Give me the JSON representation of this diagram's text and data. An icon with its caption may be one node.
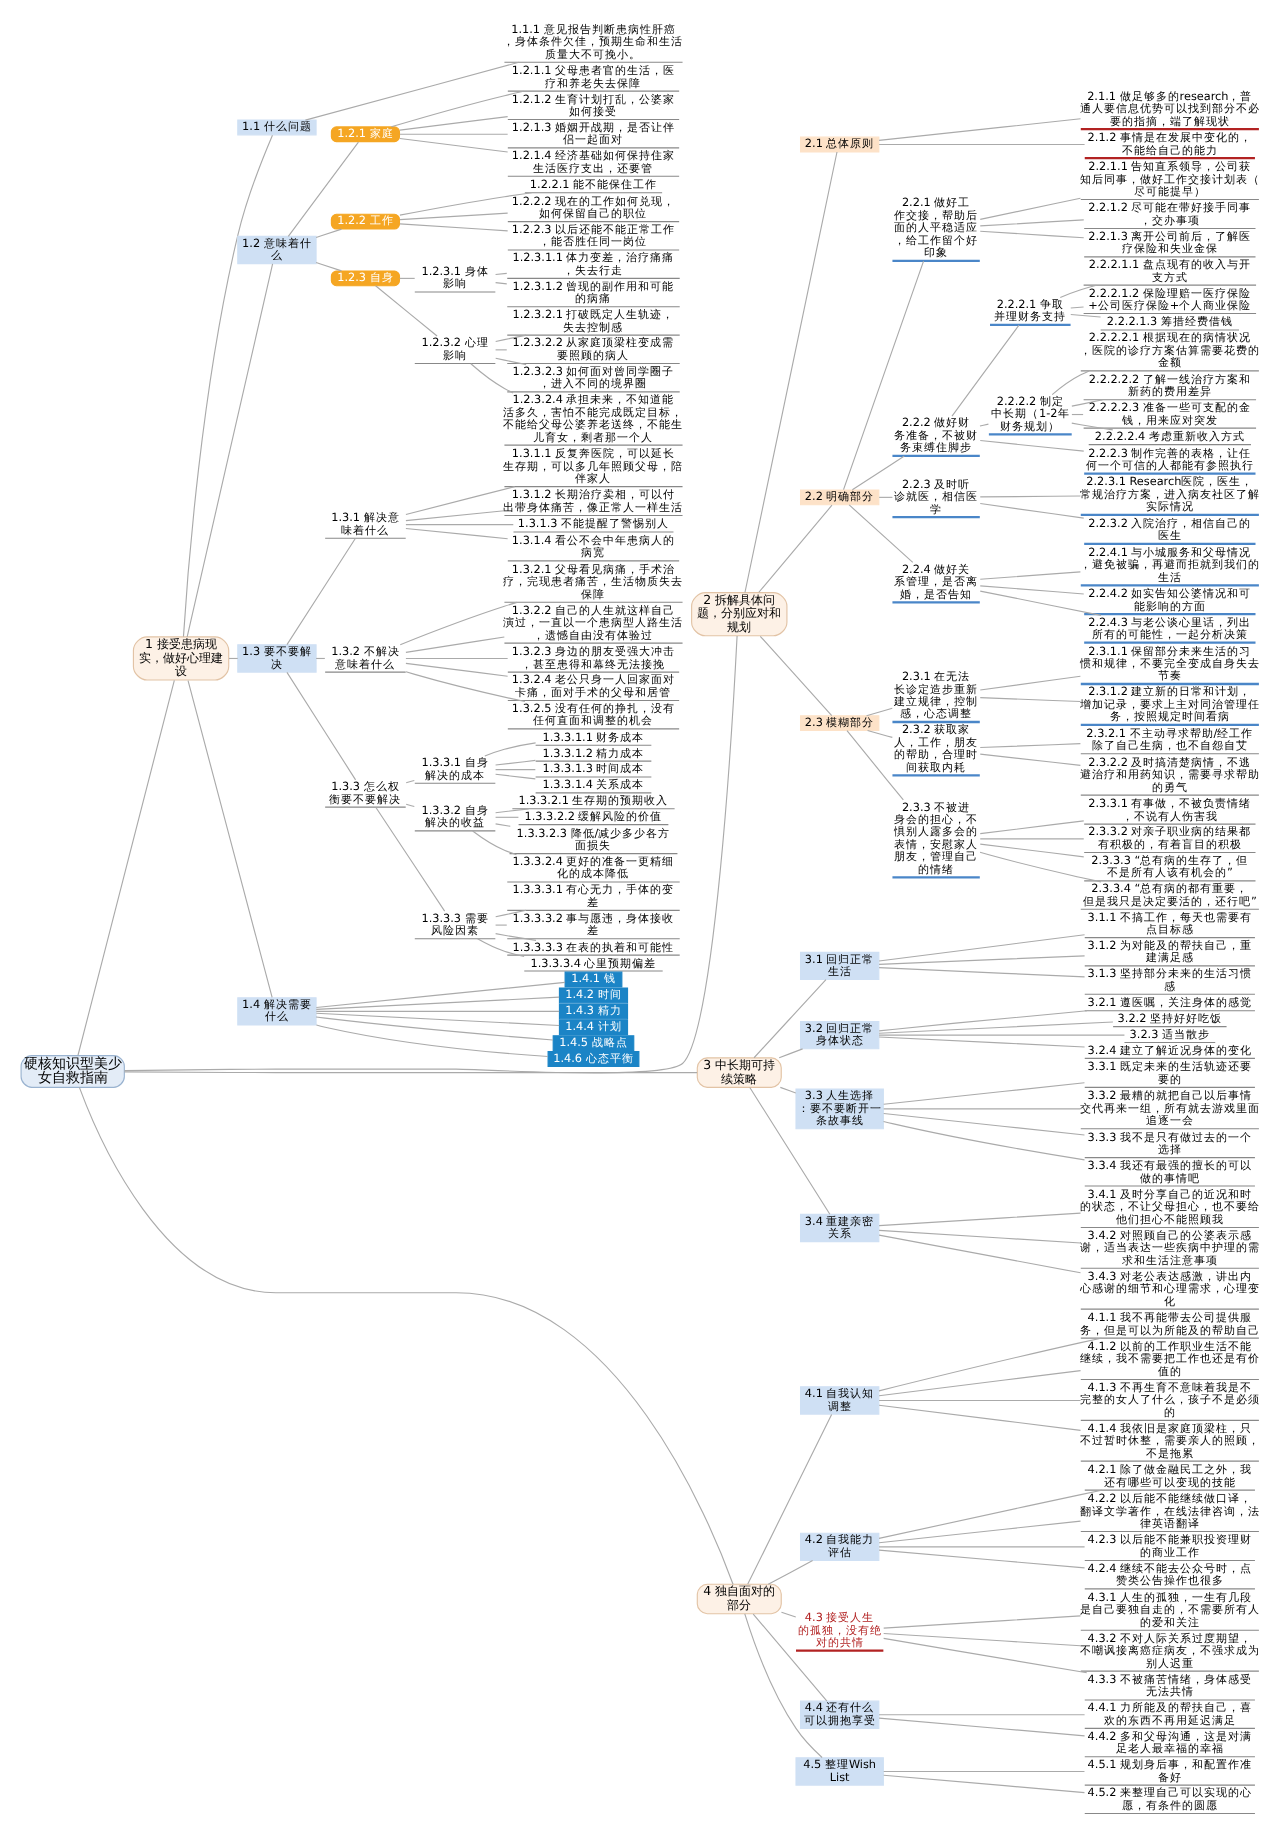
{
  "diagram": {
    "nodes": [
      {
        "text": [
          "硬核知识型美少女自救指南"
        ]
      },
      {
        "text": [
          "1 接受患病现实，做好心理建设"
        ]
      },
      {
        "text": [
          "1.1 什么问题"
        ]
      },
      {
        "text": [
          "1.1.1 意见报告判断患病性肝癌，身体条件欠佳，预期生命和生活质量大不可挽小。"
        ]
      },
      {
        "text": [
          "1.2 意味着什么"
        ]
      },
      {
        "text": [
          "1.2.1 家庭"
        ]
      },
      {
        "text": [
          "1.2.1.1 父母患者官的生活，医疗和养老失去保障"
        ]
      },
      {
        "text": [
          "1.2.1.2 生育计划打乱，公婆家如何接受"
        ]
      },
      {
        "text": [
          "1.2.1.3 婚姻开战期，是否让伴侣一起面对"
        ]
      },
      {
        "text": [
          "1.2.1.4 经济基础如何保持住家生活医疗支出，还要管"
        ]
      },
      {
        "text": [
          "1.2.2 工作"
        ]
      },
      {
        "text": [
          "1.2.2.1 能不能保住工作"
        ]
      },
      {
        "text": [
          "1.2.2.2 现在的工作如何兑现，如何保留自己的职位"
        ]
      },
      {
        "text": [
          "1.2.2.3 以后还能不能正常工作，能否胜任同一岗位"
        ]
      },
      {
        "text": [
          "1.2.3 自身"
        ]
      },
      {
        "text": [
          "1.2.3.1 身体影响"
        ]
      },
      {
        "text": [
          "1.2.3.1.1 体力变差，治疗痛痛，失去行走"
        ]
      },
      {
        "text": [
          "1.2.3.1.2 曾现的副作用和可能的病痛"
        ]
      },
      {
        "text": [
          "1.2.3.2 心理影响"
        ]
      },
      {
        "text": [
          "1.2.3.2.1 打破既定人生轨迹，失去控制感"
        ]
      },
      {
        "text": [
          "1.2.3.2.2 从家庭顶梁柱变成需要照顾的病人"
        ]
      },
      {
        "text": [
          "1.2.3.2.3 如何面对曾同学圈子，进入不同的境界圈"
        ]
      },
      {
        "text": [
          "1.2.3.2.4 承担未来，不知道能活多久，害怕不能完成既定目标，不能给父母公婆养老送终，不能生儿育女，剩者那一个人"
        ]
      },
      {
        "text": [
          "1.3 要不要解决"
        ]
      },
      {
        "text": [
          "1.3.1 解决意味着什么"
        ]
      },
      {
        "text": [
          "1.3.1.1 反复奔医院，可以延长生存期，可以多几年照顾父母，陪伴家人"
        ]
      },
      {
        "text": [
          "1.3.1.2 长期治疗卖相，可以付出带身体痛苦，像正常人一样生活"
        ]
      },
      {
        "text": [
          "1.3.1.3 不能提醒了警惕别人"
        ]
      },
      {
        "text": [
          "1.3.1.4 看公不会中年患病人的病宽"
        ]
      },
      {
        "text": [
          "1.3.2 不解决意味着什么"
        ]
      },
      {
        "text": [
          "1.3.2.1 父母看见病痛，手术治疗，完现患者痛苦，生活物质失去保障"
        ]
      },
      {
        "text": [
          "1.3.2.2 自己的人生就这样自己演过，一直以一个患病型人路生活，遗憾自由没有体验过"
        ]
      },
      {
        "text": [
          "1.3.2.3 身边的朋友受强大冲击，甚至患得和幕终无法接挽"
        ]
      },
      {
        "text": [
          "1.3.2.4 老公只身一人回家面对卡痛，面对手术的父母和居管"
        ]
      },
      {
        "text": [
          "1.3.2.5 没有任何的挣扎，没有任何直面和调整的机会"
        ]
      },
      {
        "text": [
          "1.3.3 怎么权衡要不要解决"
        ]
      },
      {
        "text": [
          "1.3.3.1 自身解决的成本"
        ]
      },
      {
        "text": [
          "1.3.3.1.1 财务成本"
        ]
      },
      {
        "text": [
          "1.3.3.1.2 精力成本"
        ]
      },
      {
        "text": [
          "1.3.3.1.3 时间成本"
        ]
      },
      {
        "text": [
          "1.3.3.1.4 关系成本"
        ]
      },
      {
        "text": [
          "1.3.3.2 自身解决的收益"
        ]
      },
      {
        "text": [
          "1.3.3.2.1 生存期的预期收入"
        ]
      },
      {
        "text": [
          "1.3.3.2.2 缓解风险的价值"
        ]
      },
      {
        "text": [
          "1.3.3.2.3 降低/减少多少各方面损失"
        ]
      },
      {
        "text": [
          "1.3.3.2.4 更好的准备一更精细化的成本降低"
        ]
      },
      {
        "text": [
          "1.3.3.3 需要风险因素"
        ]
      },
      {
        "text": [
          "1.3.3.3.1 有心无力，手体的变差"
        ]
      },
      {
        "text": [
          "1.3.3.3.2 事与愿违，身体接收差"
        ]
      },
      {
        "text": [
          "1.3.3.3.3 在表的执着和可能性"
        ]
      },
      {
        "text": [
          "1.3.3.3.4 心里预期偏差"
        ]
      },
      {
        "text": [
          "1.4 解决需要什么"
        ]
      },
      {
        "text": [
          "1.4.1 钱"
        ]
      },
      {
        "text": [
          "1.4.2 时间"
        ]
      },
      {
        "text": [
          "1.4.3 精力"
        ]
      },
      {
        "text": [
          "1.4.4 计划"
        ]
      },
      {
        "text": [
          "1.4.5 战略点"
        ]
      },
      {
        "text": [
          "1.4.6 心态平衡"
        ]
      },
      {
        "text": [
          "2 拆解具体问题，分别应对和规划"
        ]
      },
      {
        "text": [
          "2.1 总体原则"
        ]
      },
      {
        "text": [
          "2.1.1 做足够多的research，普通人要信息优势可以找到部分不必要的指摘，端了解现状"
        ]
      },
      {
        "text": [
          "2.1.2 事情是在发展中变化的，不能给自己的能力"
        ]
      },
      {
        "text": [
          "2.2 明确部分"
        ]
      },
      {
        "text": [
          "2.2.1 做好工作交接，帮助后面的人平稳适应，给工作留个好印象"
        ]
      },
      {
        "text": [
          "2.2.1.1 告知直系领导，公司获知后同事，做好工作交接计划表（尽可能提早）"
        ]
      },
      {
        "text": [
          "2.2.1.2 尽可能在带好接手同事，交办事项"
        ]
      },
      {
        "text": [
          "2.2.1.3 离开公司前后，了解医疗保险和失业金保"
        ]
      },
      {
        "text": [
          "2.2.2 做好财务准备，不被财务束缚住脚步"
        ]
      },
      {
        "text": [
          "2.2.2.1 争取并理财务支持"
        ]
      },
      {
        "text": [
          "2.2.2.1.1 盘点现有的收入与开支方式"
        ]
      },
      {
        "text": [
          "2.2.2.1.2 保险理赔一医疗保险+公司医疗保险+个人商业保险"
        ]
      },
      {
        "text": [
          "2.2.2.1.3 筹措经费借钱"
        ]
      },
      {
        "text": [
          "2.2.2.2 制定中长期（1-2年财务规划）"
        ]
      },
      {
        "text": [
          "2.2.2.2.1 根据现在的病情状况，医院的诊疗方案估算需要花费的金额"
        ]
      },
      {
        "text": [
          "2.2.2.2.2 了解一线治疗方案和新药的费用差异"
        ]
      },
      {
        "text": [
          "2.2.2.2.3 准备一些可支配的金钱，用来应对突发"
        ]
      },
      {
        "text": [
          "2.2.2.2.4 考虑重新收入方式"
        ]
      },
      {
        "text": [
          "2.2.2.3 制作完善的表格，让任何一个可信的人都能有参照执行"
        ]
      },
      {
        "text": [
          "2.2.3 及时听诊就医，相信医学"
        ]
      },
      {
        "text": [
          "2.2.3.1 Research医院，医生，常规治疗方案，进入病友社区了解实际情况"
        ]
      },
      {
        "text": [
          "2.2.3.2 入院治疗，相信自己的医生"
        ]
      },
      {
        "text": [
          "2.2.4 做好关系管理，是否离婚，是否告知"
        ]
      },
      {
        "text": [
          "2.2.4.1 与小城服务和父母情况，避免被骗，再避而拒就到我们的生活"
        ]
      },
      {
        "text": [
          "2.2.4.2 如实告知公婆情况和可能影响的方面"
        ]
      },
      {
        "text": [
          "2.2.4.3 与老公谈心里话，列出所有的可能性，一起分析决策"
        ]
      },
      {
        "text": [
          "2.3 模糊部分"
        ]
      },
      {
        "text": [
          "2.3.1 在无法长诊定造步重新建立规律，控制感，心态调整"
        ]
      },
      {
        "text": [
          "2.3.1.1 保留部分未来生活的习惯和规律，不要完全变成自身失去节奏"
        ]
      },
      {
        "text": [
          "2.3.1.2 建立新的日常和计划，增加记录，要求上主对同治管理任务，按照规定时间看病"
        ]
      },
      {
        "text": [
          "2.3.2 获取家人，工作，朋友的帮助，合理时间获取内耗"
        ]
      },
      {
        "text": [
          "2.3.2.1 不主动寻求帮助/经工作除了自己生病，也不自怨自艾"
        ]
      },
      {
        "text": [
          "2.3.2.2 及时搞清楚病情，不逃避治疗和用药知识，需要寻求帮助的勇气"
        ]
      },
      {
        "text": [
          "2.3.3 不被进身会的担心，不惧别人露多会的表情，安慰家人朋友，管理自己的情绪"
        ]
      },
      {
        "text": [
          "2.3.3.1 有事做，不被负责情绪，不说有人伤害我"
        ]
      },
      {
        "text": [
          "2.3.3.2 对亲子职业病的结果都有积极的，有着盲目的积极"
        ]
      },
      {
        "text": [
          "2.3.3.3 “总有病的生存了，但不是所有人该有机会的”"
        ]
      },
      {
        "text": [
          "2.3.3.4 “总有病的都有重要，但是我只是决定要活的，还行吧”"
        ]
      },
      {
        "text": [
          "3 中长期可持续策略"
        ]
      },
      {
        "text": [
          "3.1 回归正常生活"
        ]
      },
      {
        "text": [
          "3.1.1 不搞工作，每天也需要有点目标感"
        ]
      },
      {
        "text": [
          "3.1.2 为对能及的帮扶自己，重建满足感"
        ]
      },
      {
        "text": [
          "3.1.3 坚持部分未来的生活习惯感"
        ]
      },
      {
        "text": [
          "3.2 回归正常身体状态"
        ]
      },
      {
        "text": [
          "3.2.1 遵医嘱，关注身体的感觉"
        ]
      },
      {
        "text": [
          "3.2.2 坚持好好吃饭"
        ]
      },
      {
        "text": [
          "3.2.3 适当散步"
        ]
      },
      {
        "text": [
          "3.2.4 建立了解近况身体的变化"
        ]
      },
      {
        "text": [
          "3.3 人生选择：要不要断开一条故事线"
        ]
      },
      {
        "text": [
          "3.3.1 既定未来的生活轨迹还要要的"
        ]
      },
      {
        "text": [
          "3.3.2 最糟的就把自己以后事情交代再来一组，所有就去游戏里面追逐一会"
        ]
      },
      {
        "text": [
          "3.3.3 我不是只有做过去的一个选择"
        ]
      },
      {
        "text": [
          "3.3.4 我还有最强的擅长的可以做的事情吧"
        ]
      },
      {
        "text": [
          "3.4 重建亲密关系"
        ]
      },
      {
        "text": [
          "3.4.1 及时分享自己的近况和时的状态，不让父母担心，也不要给他们担心不能照顾我"
        ]
      },
      {
        "text": [
          "3.4.2 对照顾自己的公婆表示感谢，适当表达一些疾病中护理的需求和生活注意事项"
        ]
      },
      {
        "text": [
          "3.4.3 对老公表达感激，讲出内心感谢的细节和心理需求，心理变化"
        ]
      },
      {
        "text": [
          "4 独自面对的部分"
        ]
      },
      {
        "text": [
          "4.1 自我认知调整"
        ]
      },
      {
        "text": [
          "4.1.1 我不再能带去公司提供服务，但是可以为所能及的帮助自己"
        ]
      },
      {
        "text": [
          "4.1.2 以前的工作职业生活不能继续，我不需要把工作也还是有价值的"
        ]
      },
      {
        "text": [
          "4.1.3 不再生育不意味着我是不完整的女人了什么，孩子不是必须的"
        ]
      },
      {
        "text": [
          "4.1.4 我依旧是家庭顶梁柱，只不过暂时休整，需要亲人的照顾，不是拖累"
        ]
      },
      {
        "text": [
          "4.2 自我能力评估"
        ]
      },
      {
        "text": [
          "4.2.1 除了做金融民工之外，我还有哪些可以变现的技能"
        ]
      },
      {
        "text": [
          "4.2.2 以后能不能继续做口译，翻译文学著作，在线法律咨询，法律英语翻译"
        ]
      },
      {
        "text": [
          "4.2.3 以后能不能兼职投资理财的商业工作"
        ]
      },
      {
        "text": [
          "4.2.4 继续不能去公众号时，点赞类公告操作也很多"
        ]
      },
      {
        "text": [
          "4.3 接受人生的孤独，没有绝对的共情"
        ]
      },
      {
        "text": [
          "4.3.1 人生的孤独，一生有几段是自己要独自走的，不需要所有人的爱和关注"
        ]
      },
      {
        "text": [
          "4.3.2 不对人际关系过度期望，不嘲讽接离癌症病友，不强求成为别人迟重"
        ]
      },
      {
        "text": [
          "4.3.3 不被痛苦情绪，身体感受无法共情"
        ]
      },
      {
        "text": [
          "4.4 还有什么可以拥抱享受"
        ]
      },
      {
        "text": [
          "4.4.1 力所能及的帮扶自己，喜欢的东西不再用延迟满足"
        ]
      },
      {
        "text": [
          "4.4.2 多和父母沟通，这是对满足老人最幸福的幸福"
        ]
      },
      {
        "text": [
          "4.5 整理Wish List"
        ]
      },
      {
        "text": [
          "4.5.1 规划身后事，和配置作准备好"
        ]
      },
      {
        "text": [
          "4.5.2 来整理自己可以实现的心愿，有条件的圆愿"
        ]
      }
    ],
    "edges": [
      {
        "from": 0,
        "to": 1,
        "arrow": "none"
      },
      {
        "from": 0,
        "to": 58,
        "arrow": "none"
      },
      {
        "from": 0,
        "to": 97,
        "arrow": "none"
      },
      {
        "from": 0,
        "to": 116,
        "arrow": "none"
      },
      {
        "from": 1,
        "to": 2,
        "arrow": "none"
      },
      {
        "from": 1,
        "to": 4,
        "arrow": "none"
      },
      {
        "from": 1,
        "to": 23,
        "arrow": "none"
      },
      {
        "from": 1,
        "to": 51,
        "arrow": "none"
      },
      {
        "from": 2,
        "to": 3,
        "arrow": "none"
      },
      {
        "from": 4,
        "to": 5,
        "arrow": "none"
      },
      {
        "from": 4,
        "to": 10,
        "arrow": "none"
      },
      {
        "from": 4,
        "to": 14,
        "arrow": "none"
      },
      {
        "from": 5,
        "to": 6,
        "arrow": "none"
      },
      {
        "from": 5,
        "to": 7,
        "arrow": "none"
      },
      {
        "from": 5,
        "to": 8,
        "arrow": "none"
      },
      {
        "from": 5,
        "to": 9,
        "arrow": "none"
      },
      {
        "from": 10,
        "to": 11,
        "arrow": "none"
      },
      {
        "from": 10,
        "to": 12,
        "arrow": "none"
      },
      {
        "from": 10,
        "to": 13,
        "arrow": "none"
      },
      {
        "from": 14,
        "to": 15,
        "arrow": "none"
      },
      {
        "from": 14,
        "to": 18,
        "arrow": "none"
      },
      {
        "from": 15,
        "to": 16,
        "arrow": "none"
      },
      {
        "from": 15,
        "to": 17,
        "arrow": "none"
      },
      {
        "from": 18,
        "to": 19,
        "arrow": "none"
      },
      {
        "from": 18,
        "to": 20,
        "arrow": "none"
      },
      {
        "from": 18,
        "to": 21,
        "arrow": "none"
      },
      {
        "from": 18,
        "to": 22,
        "arrow": "none"
      },
      {
        "from": 23,
        "to": 24,
        "arrow": "none"
      },
      {
        "from": 23,
        "to": 29,
        "arrow": "none"
      },
      {
        "from": 23,
        "to": 35,
        "arrow": "none"
      },
      {
        "from": 24,
        "to": 25,
        "arrow": "none"
      },
      {
        "from": 24,
        "to": 26,
        "arrow": "none"
      },
      {
        "from": 24,
        "to": 27,
        "arrow": "none"
      },
      {
        "from": 24,
        "to": 28,
        "arrow": "none"
      },
      {
        "from": 29,
        "to": 30,
        "arrow": "none"
      },
      {
        "from": 29,
        "to": 31,
        "arrow": "none"
      },
      {
        "from": 29,
        "to": 32,
        "arrow": "none"
      },
      {
        "from": 29,
        "to": 33,
        "arrow": "none"
      },
      {
        "from": 29,
        "to": 34,
        "arrow": "none"
      },
      {
        "from": 35,
        "to": 36,
        "arrow": "none"
      },
      {
        "from": 35,
        "to": 41,
        "arrow": "none"
      },
      {
        "from": 35,
        "to": 46,
        "arrow": "none"
      },
      {
        "from": 36,
        "to": 37,
        "arrow": "none"
      },
      {
        "from": 36,
        "to": 38,
        "arrow": "none"
      },
      {
        "from": 36,
        "to": 39,
        "arrow": "none"
      },
      {
        "from": 36,
        "to": 40,
        "arrow": "none"
      },
      {
        "from": 41,
        "to": 42,
        "arrow": "none"
      },
      {
        "from": 41,
        "to": 43,
        "arrow": "none"
      },
      {
        "from": 41,
        "to": 44,
        "arrow": "none"
      },
      {
        "from": 41,
        "to": 45,
        "arrow": "none"
      },
      {
        "from": 46,
        "to": 47,
        "arrow": "none"
      },
      {
        "from": 46,
        "to": 48,
        "arrow": "none"
      },
      {
        "from": 46,
        "to": 49,
        "arrow": "none"
      },
      {
        "from": 46,
        "to": 50,
        "arrow": "none"
      },
      {
        "from": 51,
        "to": 52,
        "arrow": "none"
      },
      {
        "from": 51,
        "to": 53,
        "arrow": "none"
      },
      {
        "from": 51,
        "to": 54,
        "arrow": "none"
      },
      {
        "from": 51,
        "to": 55,
        "arrow": "none"
      },
      {
        "from": 51,
        "to": 56,
        "arrow": "none"
      },
      {
        "from": 51,
        "to": 57,
        "arrow": "none"
      },
      {
        "from": 58,
        "to": 59,
        "arrow": "none"
      },
      {
        "from": 58,
        "to": 62,
        "arrow": "none"
      },
      {
        "from": 58,
        "to": 85,
        "arrow": "none"
      },
      {
        "from": 59,
        "to": 60,
        "arrow": "none"
      },
      {
        "from": 59,
        "to": 61,
        "arrow": "none"
      },
      {
        "from": 62,
        "to": 63,
        "arrow": "none"
      },
      {
        "from": 62,
        "to": 67,
        "arrow": "none"
      },
      {
        "from": 62,
        "to": 78,
        "arrow": "none"
      },
      {
        "from": 62,
        "to": 81,
        "arrow": "none"
      },
      {
        "from": 63,
        "to": 64,
        "arrow": "none"
      },
      {
        "from": 63,
        "to": 65,
        "arrow": "none"
      },
      {
        "from": 63,
        "to": 66,
        "arrow": "none"
      },
      {
        "from": 67,
        "to": 68,
        "arrow": "none"
      },
      {
        "from": 67,
        "to": 72,
        "arrow": "none"
      },
      {
        "from": 67,
        "to": 77,
        "arrow": "none"
      },
      {
        "from": 68,
        "to": 69,
        "arrow": "none"
      },
      {
        "from": 68,
        "to": 70,
        "arrow": "none"
      },
      {
        "from": 68,
        "to": 71,
        "arrow": "none"
      },
      {
        "from": 72,
        "to": 73,
        "arrow": "none"
      },
      {
        "from": 72,
        "to": 74,
        "arrow": "none"
      },
      {
        "from": 72,
        "to": 75,
        "arrow": "none"
      },
      {
        "from": 72,
        "to": 76,
        "arrow": "none"
      },
      {
        "from": 78,
        "to": 79,
        "arrow": "none"
      },
      {
        "from": 78,
        "to": 80,
        "arrow": "none"
      },
      {
        "from": 81,
        "to": 82,
        "arrow": "none"
      },
      {
        "from": 81,
        "to": 83,
        "arrow": "none"
      },
      {
        "from": 81,
        "to": 84,
        "arrow": "none"
      },
      {
        "from": 85,
        "to": 86,
        "arrow": "none"
      },
      {
        "from": 85,
        "to": 89,
        "arrow": "none"
      },
      {
        "from": 85,
        "to": 92,
        "arrow": "none"
      },
      {
        "from": 86,
        "to": 87,
        "arrow": "none"
      },
      {
        "from": 86,
        "to": 88,
        "arrow": "none"
      },
      {
        "from": 89,
        "to": 90,
        "arrow": "none"
      },
      {
        "from": 89,
        "to": 91,
        "arrow": "none"
      },
      {
        "from": 92,
        "to": 93,
        "arrow": "none"
      },
      {
        "from": 92,
        "to": 94,
        "arrow": "none"
      },
      {
        "from": 92,
        "to": 95,
        "arrow": "none"
      },
      {
        "from": 92,
        "to": 96,
        "arrow": "none"
      },
      {
        "from": 97,
        "to": 98,
        "arrow": "none"
      },
      {
        "from": 97,
        "to": 102,
        "arrow": "none"
      },
      {
        "from": 97,
        "to": 107,
        "arrow": "none"
      },
      {
        "from": 97,
        "to": 112,
        "arrow": "none"
      },
      {
        "from": 98,
        "to": 99,
        "arrow": "none"
      },
      {
        "from": 98,
        "to": 100,
        "arrow": "none"
      },
      {
        "from": 98,
        "to": 101,
        "arrow": "none"
      },
      {
        "from": 102,
        "to": 103,
        "arrow": "none"
      },
      {
        "from": 102,
        "to": 104,
        "arrow": "none"
      },
      {
        "from": 102,
        "to": 105,
        "arrow": "none"
      },
      {
        "from": 102,
        "to": 106,
        "arrow": "none"
      },
      {
        "from": 107,
        "to": 108,
        "arrow": "none"
      },
      {
        "from": 107,
        "to": 109,
        "arrow": "none"
      },
      {
        "from": 107,
        "to": 110,
        "arrow": "none"
      },
      {
        "from": 107,
        "to": 111,
        "arrow": "none"
      },
      {
        "from": 112,
        "to": 113,
        "arrow": "none"
      },
      {
        "from": 112,
        "to": 114,
        "arrow": "none"
      },
      {
        "from": 112,
        "to": 115,
        "arrow": "none"
      },
      {
        "from": 116,
        "to": 117,
        "arrow": "none"
      },
      {
        "from": 116,
        "to": 122,
        "arrow": "none"
      },
      {
        "from": 116,
        "to": 127,
        "arrow": "none"
      },
      {
        "from": 116,
        "to": 131,
        "arrow": "none"
      },
      {
        "from": 116,
        "to": 134,
        "arrow": "none"
      },
      {
        "from": 117,
        "to": 118,
        "arrow": "none"
      },
      {
        "from": 117,
        "to": 119,
        "arrow": "none"
      },
      {
        "from": 117,
        "to": 120,
        "arrow": "none"
      },
      {
        "from": 117,
        "to": 121,
        "arrow": "none"
      },
      {
        "from": 122,
        "to": 123,
        "arrow": "none"
      },
      {
        "from": 122,
        "to": 124,
        "arrow": "none"
      },
      {
        "from": 122,
        "to": 125,
        "arrow": "none"
      },
      {
        "from": 122,
        "to": 126,
        "arrow": "none"
      },
      {
        "from": 127,
        "to": 128,
        "arrow": "none"
      },
      {
        "from": 127,
        "to": 129,
        "arrow": "none"
      },
      {
        "from": 127,
        "to": 130,
        "arrow": "none"
      },
      {
        "from": 131,
        "to": 132,
        "arrow": "none"
      },
      {
        "from": 131,
        "to": 133,
        "arrow": "none"
      },
      {
        "from": 134,
        "to": 135,
        "arrow": "none"
      },
      {
        "from": 134,
        "to": 136,
        "arrow": "none"
      }
    ]
  }
}
